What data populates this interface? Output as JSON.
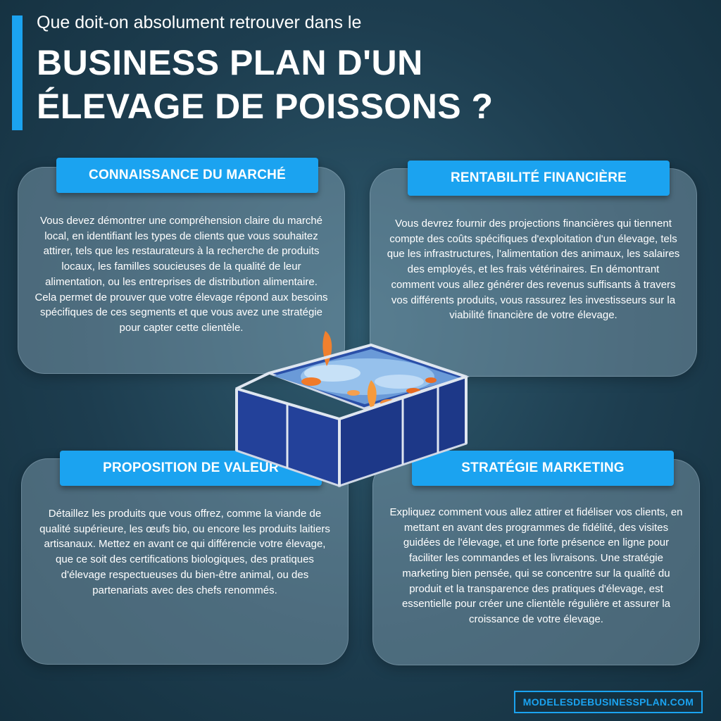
{
  "header": {
    "subtitle": "Que doit-on absolument retrouver dans le",
    "title_line1": "BUSINESS PLAN D'UN",
    "title_line2": "ÉLEVAGE DE POISSONS ?"
  },
  "cards": [
    {
      "title": "CONNAISSANCE DU MARCHÉ",
      "text": "Vous devez démontrer une compréhension claire du marché local, en identifiant les types de clients que vous souhaitez attirer, tels que les restaurateurs à la recherche de produits locaux, les familles soucieuses de la qualité de leur alimentation, ou les entreprises de distribution alimentaire. Cela permet de prouver que votre élevage répond aux besoins spécifiques de ces segments et que vous avez une stratégie pour capter cette clientèle."
    },
    {
      "title": "RENTABILITÉ FINANCIÈRE",
      "text": "Vous devrez fournir des projections financières qui tiennent compte des coûts spécifiques d'exploitation d'un élevage, tels que les infrastructures, l'alimentation des animaux, les salaires des employés, et les frais vétérinaires. En démontrant comment vous allez générer des revenus suffisants à travers vos différents produits, vous rassurez les investisseurs sur la viabilité financière de votre élevage."
    },
    {
      "title": "PROPOSITION DE VALEUR",
      "text": "Détaillez les produits que vous offrez, comme la viande de qualité supérieure, les œufs bio, ou encore les produits laitiers artisanaux. Mettez en avant ce qui différencie votre élevage, que ce soit des certifications biologiques, des pratiques d'élevage respectueuses du bien-être animal, ou des partenariats avec des chefs renommés."
    },
    {
      "title": "STRATÉGIE MARKETING",
      "text": "Expliquez comment vous allez attirer et fidéliser vos clients, en mettant en avant des programmes de fidélité, des visites guidées de l'élevage, et une forte présence en ligne pour faciliter les commandes et les livraisons. Une stratégie marketing bien pensée, qui se concentre sur la qualité du produit et la transparence des pratiques d'élevage, est essentielle pour créer une clientèle régulière et assurer la croissance de votre élevage."
    }
  ],
  "footer": {
    "site": "MODELESDEBUSINESSPLAN.COM"
  },
  "colors": {
    "accent": "#1ba3f0",
    "background": "#1d3d4f"
  }
}
